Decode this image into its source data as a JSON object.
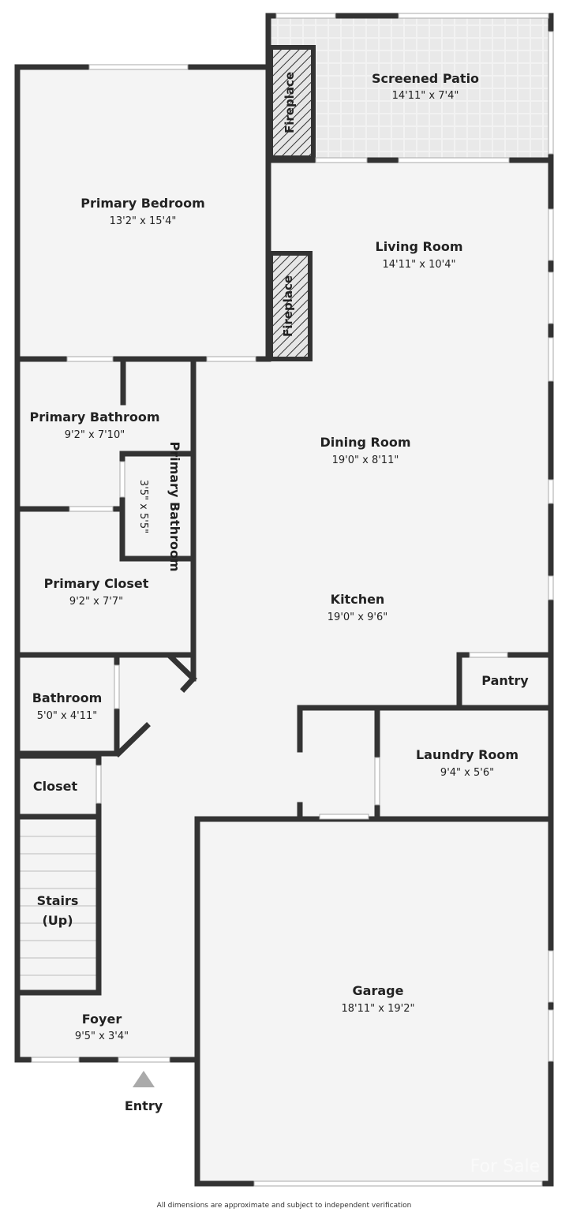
{
  "rooms": [
    {
      "name": "Screened Patio",
      "dims": "14'11\" x 7'4\""
    },
    {
      "name": "Primary Bedroom",
      "dims": "13'2\" x 15'4\""
    },
    {
      "name": "Living Room",
      "dims": "14'11\" x 10'4\""
    },
    {
      "name": "Primary Bathroom",
      "dims": "9'2\" x 7'10\""
    },
    {
      "name": "Dining Room",
      "dims": "19'0\" x 8'11\""
    },
    {
      "name": "Primary Bathroom",
      "dims": "3'5\" x 5'5\""
    },
    {
      "name": "Primary Closet",
      "dims": "9'2\" x 7'7\""
    },
    {
      "name": "Kitchen",
      "dims": "19'0\" x 9'6\""
    },
    {
      "name": "Pantry",
      "dims": ""
    },
    {
      "name": "Bathroom",
      "dims": "5'0\" x 4'11\""
    },
    {
      "name": "Laundry Room",
      "dims": "9'4\" x 5'6\""
    },
    {
      "name": "Closet",
      "dims": ""
    },
    {
      "name": "Stairs (Up)",
      "dims": ""
    },
    {
      "name": "Garage",
      "dims": "18'11\" x 19'2\""
    },
    {
      "name": "Foyer",
      "dims": "9'5\" x 3'4\""
    }
  ],
  "fireplaces": [
    "Fireplace",
    "Fireplace"
  ],
  "stairs": {
    "line1": "Stairs",
    "line2": "(Up)"
  },
  "entry": "Entry",
  "footer_note": "All dimensions are approximate and subject to independent verification",
  "watermark": "For Sale",
  "colors": {
    "wall": "#333333",
    "floor": "#f4f4f4",
    "patio": "#ececec",
    "entry_arrow": "#aaaaaa"
  }
}
